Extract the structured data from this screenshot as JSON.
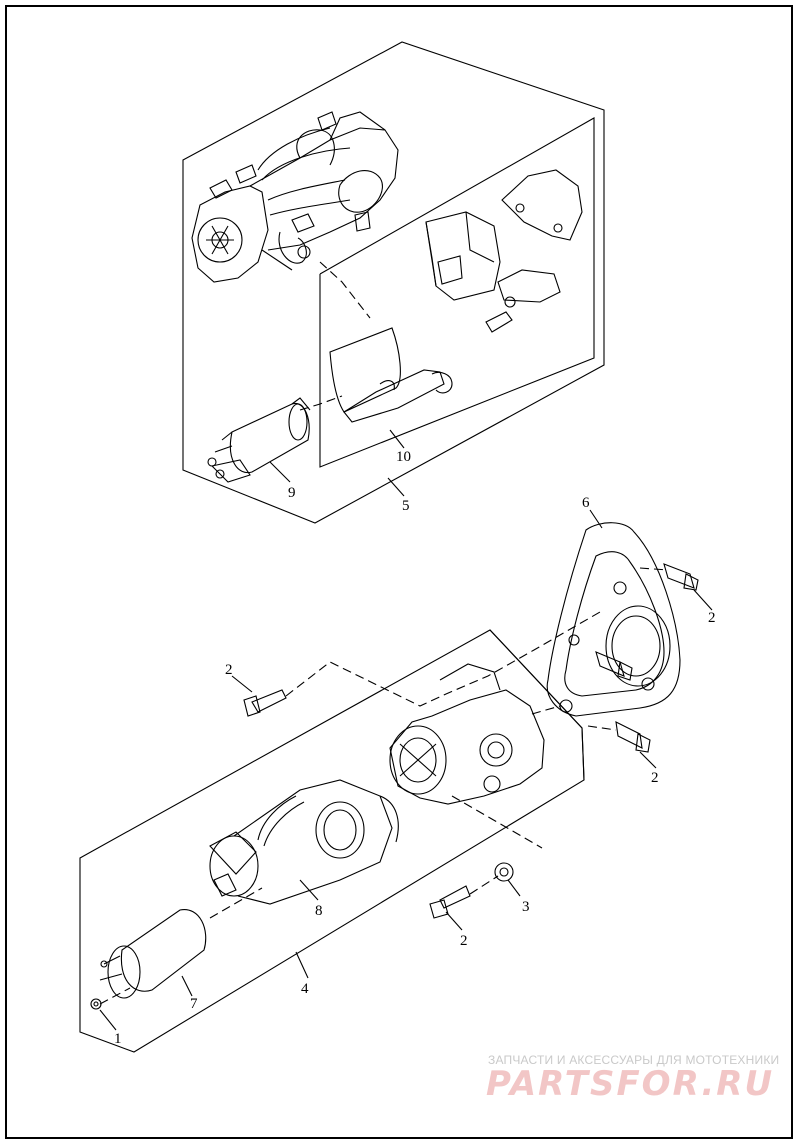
{
  "callouts": {
    "c1": "1",
    "c2a": "2",
    "c2b": "2",
    "c2c": "2",
    "c2d": "2",
    "c3": "3",
    "c4": "4",
    "c5": "5",
    "c6": "6",
    "c7": "7",
    "c8": "8",
    "c9": "9",
    "c10": "10"
  },
  "watermark": {
    "subtitle": "ЗАПЧАСТИ И АКСЕССУАРЫ ДЛЯ МОТОТЕХНИКИ",
    "brand": "PARTSFOR.RU"
  },
  "colors": {
    "line": "#000000",
    "watermark_brand": "#f2c6c6",
    "watermark_subtitle": "#c9c9c9"
  }
}
